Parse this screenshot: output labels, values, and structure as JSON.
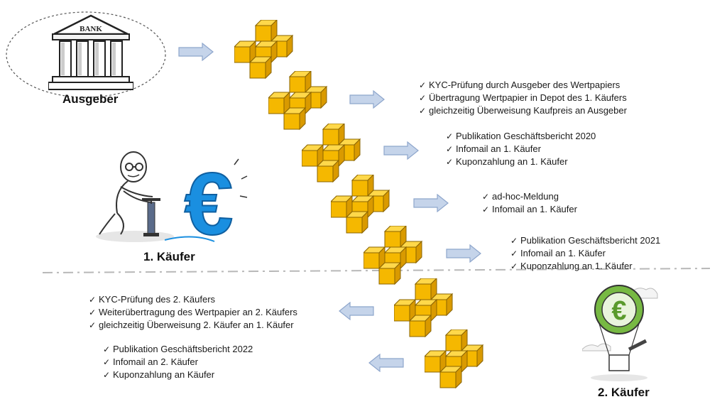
{
  "actors": {
    "issuer": {
      "label": "Ausgeber",
      "bank_text": "BANK"
    },
    "buyer1": {
      "label": "1. Käufer",
      "symbol": "€"
    },
    "buyer2": {
      "label": "2. Käufer",
      "symbol": "€"
    }
  },
  "events": [
    {
      "items": [
        "KYC-Prüfung durch Ausgeber des Wertpapiers",
        "Übertragung Wertpapier in Depot des 1. Käufers",
        "gleichzeitig Überweisung Kaufpreis an Ausgeber"
      ]
    },
    {
      "items": [
        "Publikation Geschäftsbericht 2020",
        "Infomail an 1. Käufer",
        "Kuponzahlung an 1. Käufer"
      ]
    },
    {
      "items": [
        "ad-hoc-Meldung",
        "Infomail an 1. Käufer"
      ]
    },
    {
      "items": [
        "Publikation Geschäftsbericht 2021",
        "Infomail an 1. Käufer",
        "Kuponzahlung an 1. Käufer"
      ]
    },
    {
      "items": [
        "KYC-Prüfung des 2. Käufers",
        "Weiterübertragung des Wertpapier an 2. Käufers",
        "gleichzeitig Überweisung 2. Käufer an 1. Käufer"
      ]
    },
    {
      "items": [
        "Publikation Geschäftsbericht 2022",
        "Infomail an 2. Käufer",
        "Kuponzahlung an Käufer"
      ]
    }
  ],
  "colors": {
    "cube_top": "#ffd84a",
    "cube_front": "#f5b800",
    "cube_side": "#d99a00",
    "arrow_fill": "#c5d4ea",
    "arrow_stroke": "#8ea6cc",
    "euro_blue": "#1a8fe0",
    "euro_green": "#77b943"
  },
  "icons": [
    "bank-icon",
    "token-cube-icon",
    "arrow-right-icon",
    "arrow-left-icon",
    "stick-figure-pump-icon",
    "euro-balloon-icon"
  ]
}
